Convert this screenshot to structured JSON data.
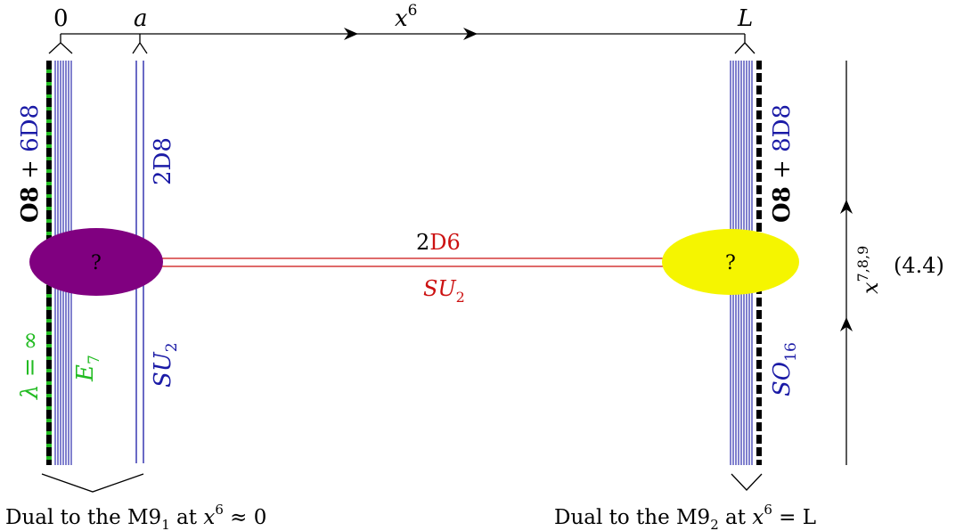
{
  "axis": {
    "tick_0": "0",
    "tick_a": "a",
    "tick_L": "L",
    "x6_base": "x",
    "x6_sup": "6",
    "x789_base": "x",
    "x789_sup": "7,8,9"
  },
  "left_stack": {
    "o8_label": "O8",
    "plus": " + ",
    "d8_count": "6D8",
    "coupling_lambda": "λ = ∞",
    "e7_base": "E",
    "e7_sub": "7"
  },
  "d8_pair": {
    "label": "2D8",
    "su2_base": "SU",
    "su2_sub": "2"
  },
  "right_stack": {
    "o8_label": "O8",
    "plus": " + ",
    "d8_count": "8D8",
    "so16_base": "SO",
    "so16_sub": "16"
  },
  "d6_pair": {
    "count": "2",
    "label": "D6",
    "su2_base": "SU",
    "su2_sub": "2"
  },
  "blobs": {
    "left_mark": "?",
    "right_mark": "?"
  },
  "equation_number": "(4.4)",
  "captions": {
    "left_prefix": "Dual to the M9",
    "left_sub": "1",
    "left_mid": " at ",
    "left_x": "x",
    "left_sup": "6",
    "left_rel": " ≈ 0",
    "right_prefix": "Dual to the M9",
    "right_sub": "2",
    "right_mid": " at ",
    "right_x": "x",
    "right_sup": "6",
    "right_rel": " = L"
  },
  "colors": {
    "ink": "#000000",
    "d8_blue": "#1a1aa6",
    "d6_red": "#cc1111",
    "e7_green": "#22bb22",
    "left_blob": "#800080",
    "right_blob": "#f5f500"
  }
}
